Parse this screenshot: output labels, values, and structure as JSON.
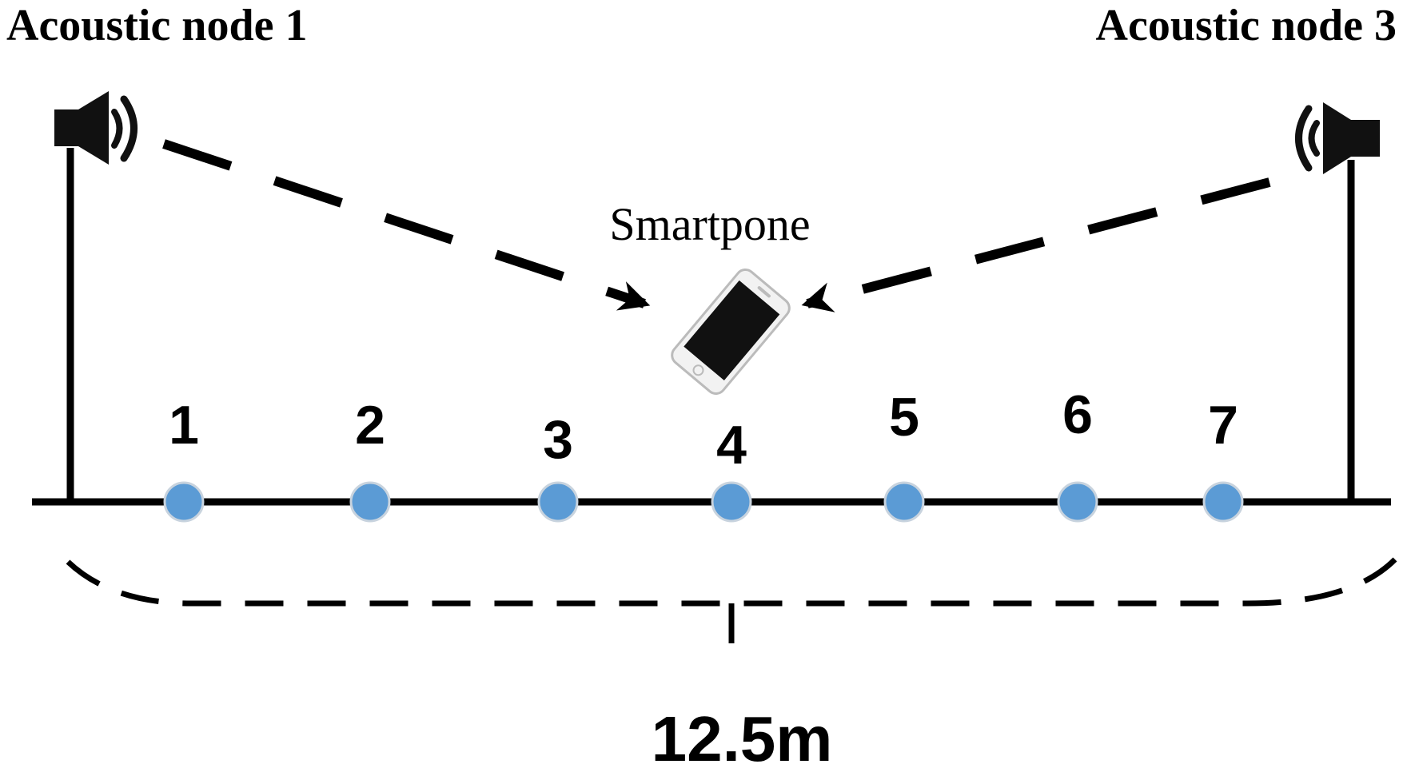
{
  "labels": {
    "node_left": "Acoustic node 1",
    "node_right": "Acoustic node 3",
    "phone": "Smartpone",
    "span": "12.5m"
  },
  "points": [
    {
      "label": "1"
    },
    {
      "label": "2"
    },
    {
      "label": "3"
    },
    {
      "label": "4"
    },
    {
      "label": "5"
    },
    {
      "label": "6"
    },
    {
      "label": "7"
    }
  ],
  "icons": {
    "left_speaker": "speaker-icon",
    "right_speaker": "speaker-icon",
    "phone": "smartphone-icon"
  },
  "colors": {
    "point_fill": "#5b9bd5",
    "point_stroke": "#c8d3de",
    "line": "#000000"
  }
}
